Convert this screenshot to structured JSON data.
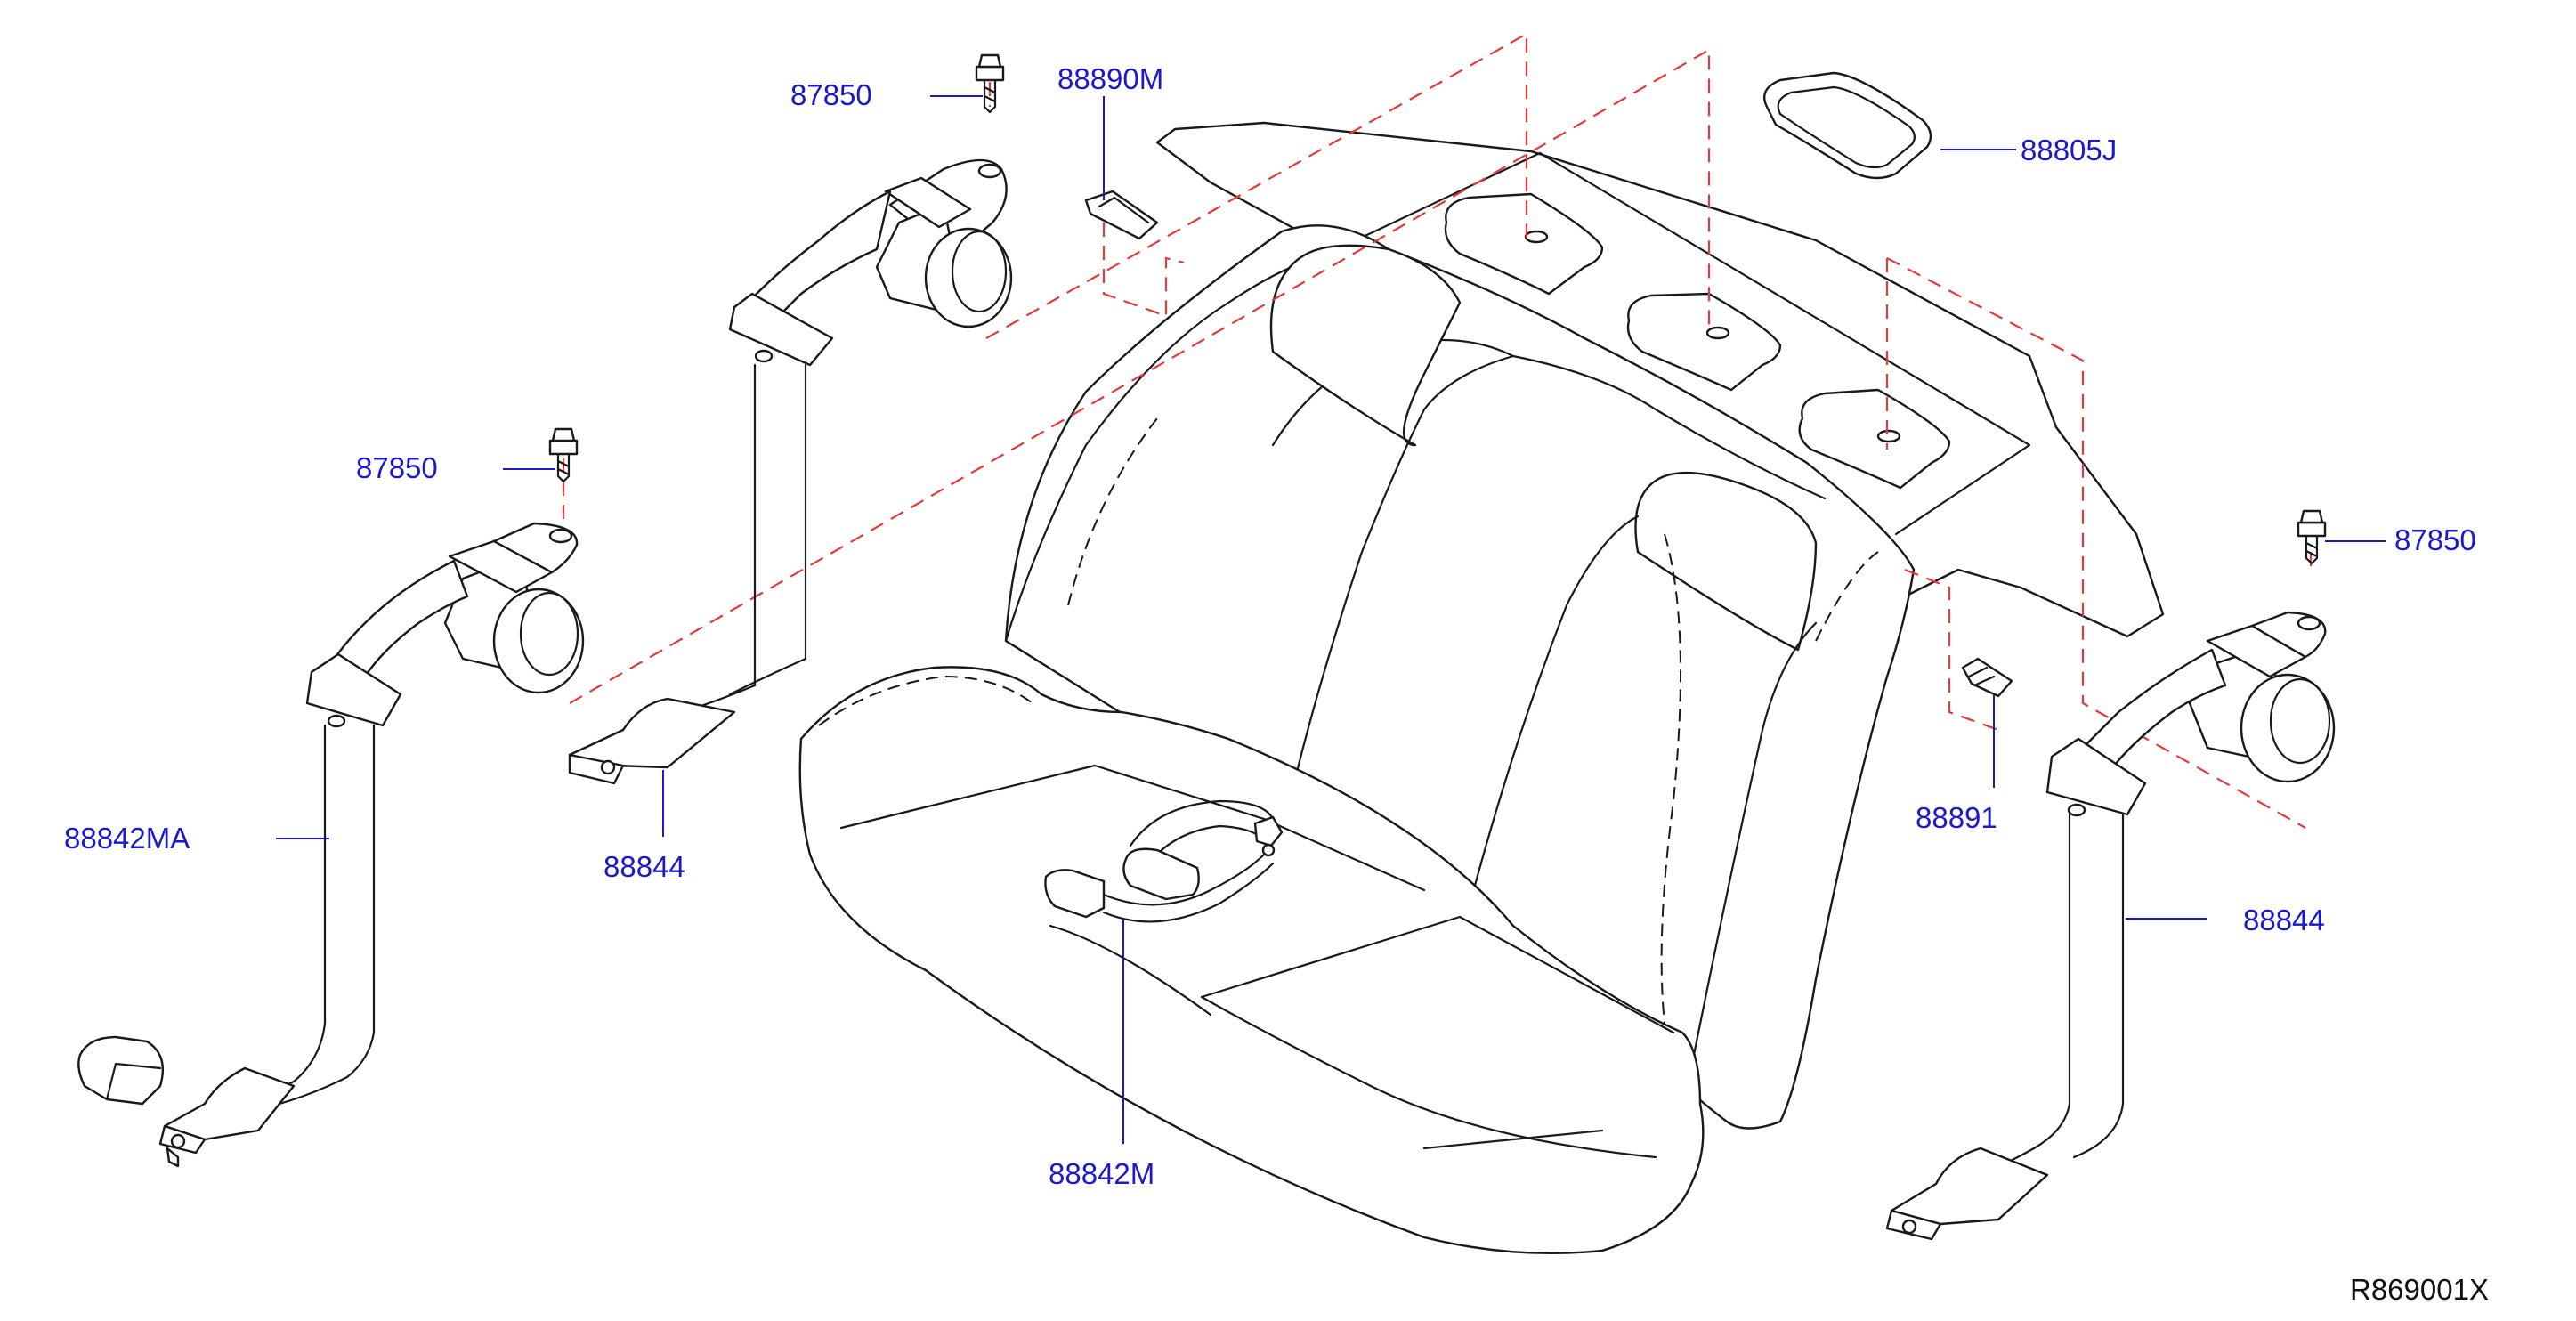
{
  "parts": {
    "bolt_top_left": "87850",
    "bolt_left": "87850",
    "bolt_right": "87850",
    "clip_top": "88890M",
    "cover_right": "88805J",
    "retractor_left_assembly": "88842MA",
    "anchor_left_center": "88844",
    "clip_right": "88891",
    "retractor_right": "88844",
    "buckle_center": "88842M"
  },
  "reference_code": "R869001X",
  "colors": {
    "label": "#1a1acc",
    "leader": "#1a1acc",
    "dashed_guides": "#e33a3a",
    "outline": "#1a1a1a"
  }
}
